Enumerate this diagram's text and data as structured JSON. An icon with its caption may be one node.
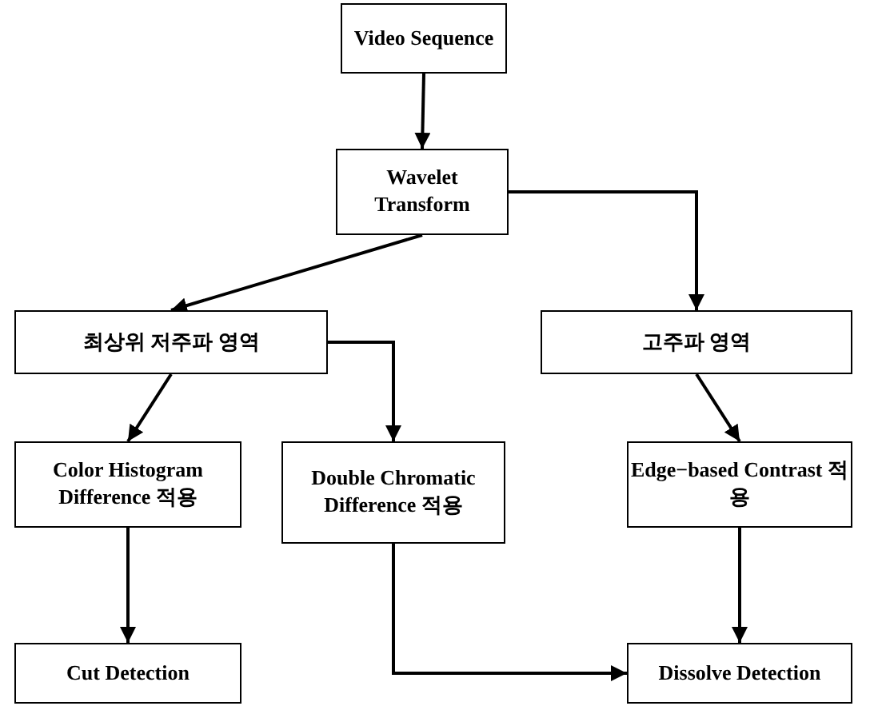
{
  "diagram": {
    "nodes": [
      {
        "text": [
          "Video Sequence"
        ]
      },
      {
        "text": [
          "Wavelet Transform"
        ]
      },
      {
        "text": [
          "최상위 저주파 영역"
        ]
      },
      {
        "text": [
          "고주파 영역"
        ]
      },
      {
        "text": [
          "Color Histogram Difference 적용"
        ]
      },
      {
        "text": [
          "Double Chromatic Difference 적용"
        ]
      },
      {
        "text": [
          "Edge−based Contrast 적용"
        ]
      },
      {
        "text": [
          "Cut Detection"
        ]
      },
      {
        "text": [
          "Dissolve Detection"
        ]
      }
    ],
    "edges": [
      {
        "from": 0,
        "to": 1,
        "arrow": "to"
      },
      {
        "from": 1,
        "to": 2,
        "arrow": "to"
      },
      {
        "from": 1,
        "to": 3,
        "arrow": "to"
      },
      {
        "from": 2,
        "to": 4,
        "arrow": "to"
      },
      {
        "from": 2,
        "to": 5,
        "arrow": "to"
      },
      {
        "from": 3,
        "to": 6,
        "arrow": "to"
      },
      {
        "from": 4,
        "to": 7,
        "arrow": "to"
      },
      {
        "from": 5,
        "to": 8,
        "arrow": "to"
      },
      {
        "from": 6,
        "to": 8,
        "arrow": "to"
      }
    ]
  }
}
